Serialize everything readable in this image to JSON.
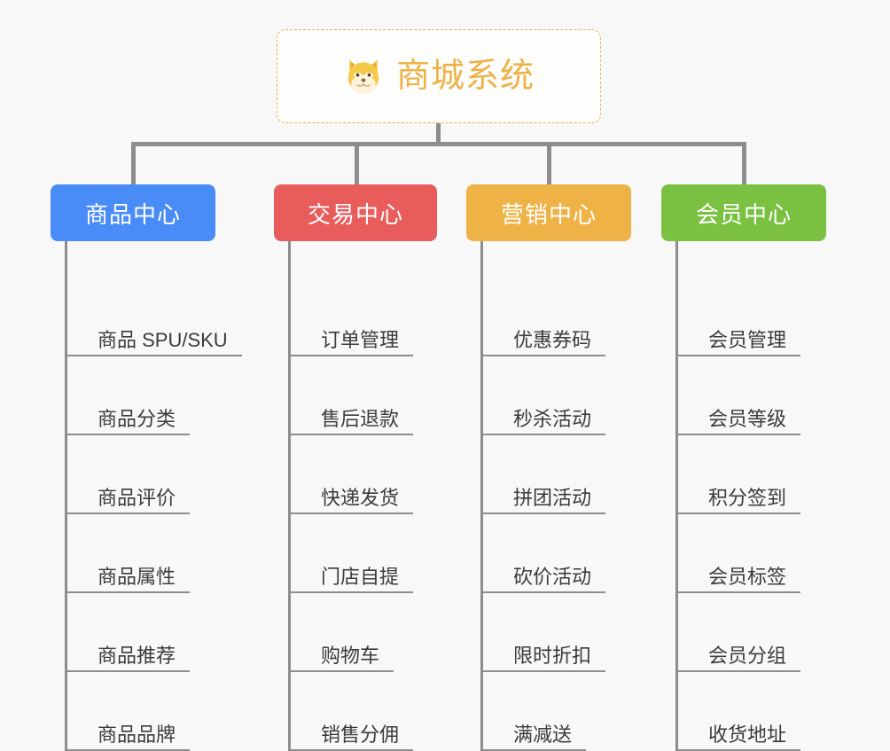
{
  "root": {
    "title": "商城系统",
    "icon": "shiba-dog-emoji",
    "border_color": "#e8b35a",
    "text_color": "#eeb247"
  },
  "connector_color": "#8d8d8d",
  "background": "#f8f8f8",
  "branches": [
    {
      "label": "商品中心",
      "color": "#4a8cf7",
      "items": [
        "商品 SPU/SKU",
        "商品分类",
        "商品评价",
        "商品属性",
        "商品推荐",
        "商品品牌"
      ]
    },
    {
      "label": "交易中心",
      "color": "#e85c5c",
      "items": [
        "订单管理",
        "售后退款",
        "快递发货",
        "门店自提",
        "购物车",
        "销售分佣"
      ]
    },
    {
      "label": "营销中心",
      "color": "#eeb247",
      "items": [
        "优惠券码",
        "秒杀活动",
        "拼团活动",
        "砍价活动",
        "限时折扣",
        "满减送"
      ]
    },
    {
      "label": "会员中心",
      "color": "#7ac142",
      "items": [
        "会员管理",
        "会员等级",
        "积分签到",
        "会员标签",
        "会员分组",
        "收货地址"
      ]
    }
  ]
}
